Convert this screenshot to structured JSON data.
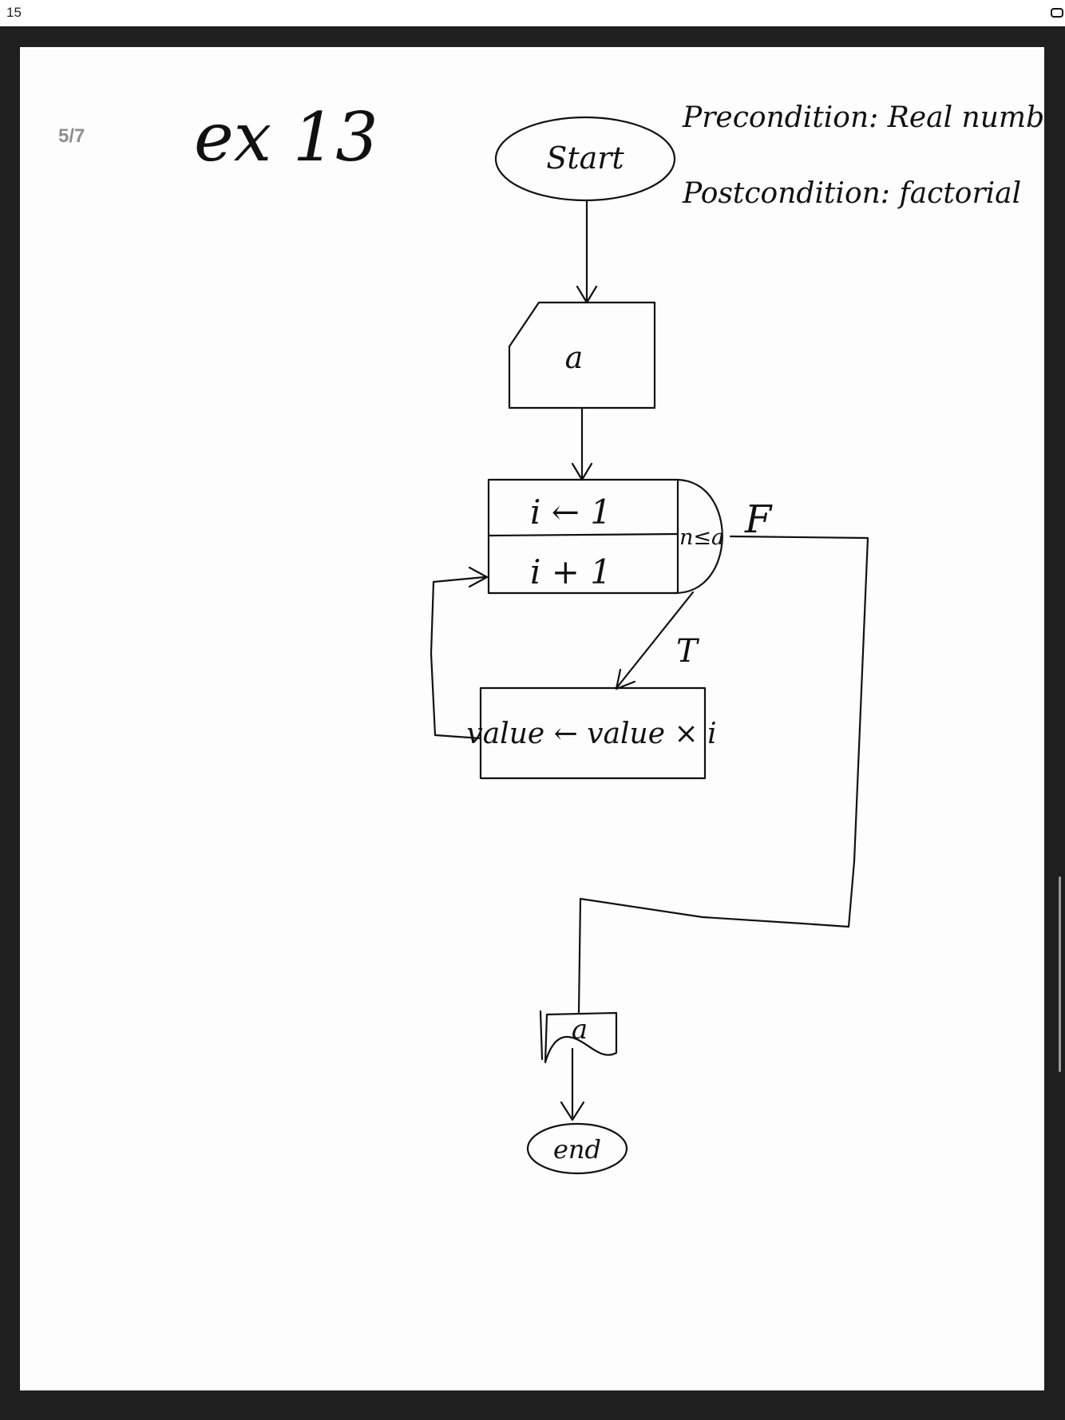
{
  "status": {
    "time": "15"
  },
  "viewer": {
    "page_indicator": "5/7"
  },
  "page": {
    "title": "ex 13",
    "precondition": "Precondition: Real number.",
    "postcondition": "Postcondition: factorial"
  },
  "flowchart": {
    "start": "Start",
    "input": "a",
    "loop_init": "i ← 1",
    "loop_update": "i + 1",
    "loop_condition": "n≤a",
    "false_label": "F",
    "true_label": "T",
    "process": "value ← value × i",
    "output": "a",
    "end": "end"
  },
  "icons": [
    "battery-icon"
  ]
}
